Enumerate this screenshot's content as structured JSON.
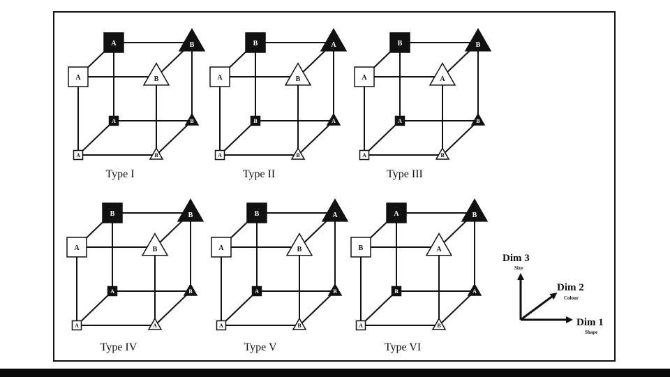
{
  "colors": {
    "line": "#111111",
    "dark": "#111111",
    "light": "#ffffff",
    "band": "#0a0a0a"
  },
  "cubes": [
    {
      "type_label": "Type I",
      "labels": {
        "bfl": "A",
        "bfr": "B",
        "bbl": "A",
        "bbr": "B",
        "tfl": "A",
        "tfr": "B",
        "tbl": "A",
        "tbr": "B"
      }
    },
    {
      "type_label": "Type II",
      "labels": {
        "bfl": "A",
        "bfr": "B",
        "bbl": "B",
        "bbr": "A",
        "tfl": "A",
        "tfr": "B",
        "tbl": "B",
        "tbr": "A"
      }
    },
    {
      "type_label": "Type III",
      "labels": {
        "bfl": "A",
        "bfr": "B",
        "bbl": "A",
        "bbr": "B",
        "tfl": "A",
        "tfr": "A",
        "tbl": "B",
        "tbr": "B"
      }
    },
    {
      "type_label": "Type IV",
      "labels": {
        "bfl": "A",
        "bfr": "A",
        "bbl": "A",
        "bbr": "B",
        "tfl": "A",
        "tfr": "B",
        "tbl": "B",
        "tbr": "B"
      }
    },
    {
      "type_label": "Type V",
      "labels": {
        "bfl": "A",
        "bfr": "B",
        "bbl": "A",
        "bbr": "B",
        "tfl": "A",
        "tfr": "B",
        "tbl": "B",
        "tbr": "A"
      }
    },
    {
      "type_label": "Type VI",
      "labels": {
        "bfl": "A",
        "bfr": "B",
        "bbl": "B",
        "bbr": "A",
        "tfl": "B",
        "tfr": "A",
        "tbl": "A",
        "tbr": "B"
      }
    }
  ],
  "axes": {
    "dim3": {
      "name": "Dim 3",
      "sub": "Size"
    },
    "dim2": {
      "name": "Dim 2",
      "sub": "Colour"
    },
    "dim1": {
      "name": "Dim 1",
      "sub": "Shape"
    }
  }
}
